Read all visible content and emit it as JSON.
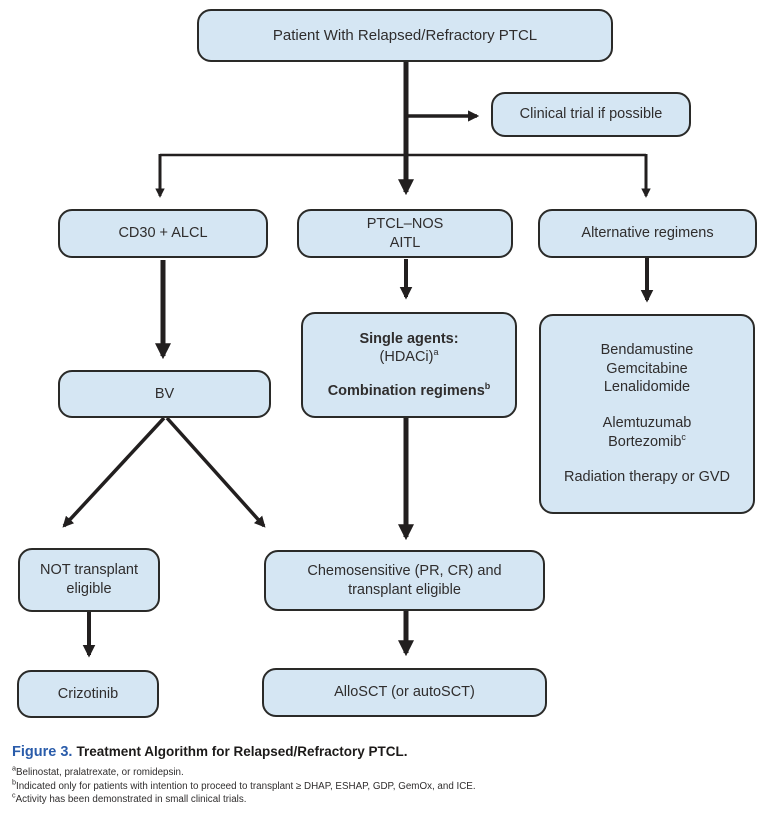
{
  "figure": {
    "caption_label": "Figure 3.",
    "caption_title": "Treatment Algorithm for Relapsed/Refractory PTCL.",
    "footnotes": [
      {
        "marker": "a",
        "text": "Belinostat, pralatrexate, or romidepsin."
      },
      {
        "marker": "b",
        "text": "Indicated only for patients with intention to proceed to transplant ≥ DHAP, ESHAP, GDP, GemOx, and ICE."
      },
      {
        "marker": "c",
        "text": "Activity has been demonstrated in small clinical trials."
      }
    ]
  },
  "nodes": {
    "root": {
      "label": "Patient With Relapsed/Refractory PTCL"
    },
    "clinical_trial": {
      "label": "Clinical trial if possible"
    },
    "cd30_alcl": {
      "label": "CD30 + ALCL"
    },
    "ptcl_nos_aitl": {
      "line1": "PTCL–NOS",
      "line2": "AITL"
    },
    "alternative_regimens": {
      "label": "Alternative regimens"
    },
    "single_agents": {
      "heading": "Single agents:",
      "sub": "(HDACi)",
      "sub_sup": "a",
      "heading2": "Combination regimens",
      "heading2_sup": "b"
    },
    "alternative_list": {
      "item1": "Bendamustine",
      "item2": "Gemcitabine",
      "item3": "Lenalidomide",
      "item4": "Alemtuzumab",
      "item5": "Bortezomib",
      "item5_sup": "c",
      "item6": "Radiation therapy or GVD"
    },
    "bv": {
      "label": "BV"
    },
    "not_transplant": {
      "label": "NOT transplant eligible"
    },
    "chemosensitive": {
      "label": "Chemosensitive (PR, CR) and transplant eligible"
    },
    "crizotinib": {
      "label": "Crizotinib"
    },
    "allosct": {
      "label": "AlloSCT (or autoSCT)"
    }
  },
  "colors": {
    "node_fill": "#d5e6f3",
    "node_border": "#2a2a28",
    "arrow": "#221f1f",
    "figure_label": "#2a5caa",
    "text": "#2f2d2d"
  }
}
